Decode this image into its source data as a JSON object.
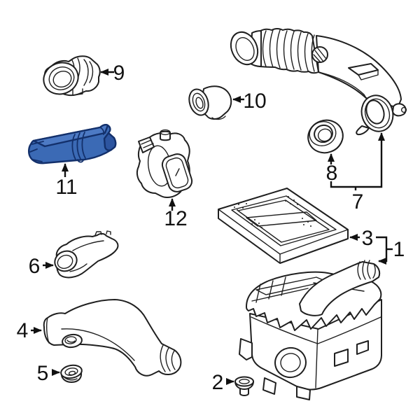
{
  "diagram": {
    "background": "#ffffff",
    "line_color": "#1f1f1f",
    "text_color": "#111111",
    "highlight": {
      "fill": "#3b6ab5",
      "top_fill": "#4d7ac4",
      "shade_fill": "#2d55a0",
      "stroke": "#13306b",
      "selected_callout": "11"
    },
    "callouts": [
      {
        "label": "1"
      },
      {
        "label": "2"
      },
      {
        "label": "3"
      },
      {
        "label": "4"
      },
      {
        "label": "5"
      },
      {
        "label": "6"
      },
      {
        "label": "7"
      },
      {
        "label": "8"
      },
      {
        "label": "9"
      },
      {
        "label": "10"
      },
      {
        "label": "11"
      },
      {
        "label": "12"
      }
    ]
  }
}
